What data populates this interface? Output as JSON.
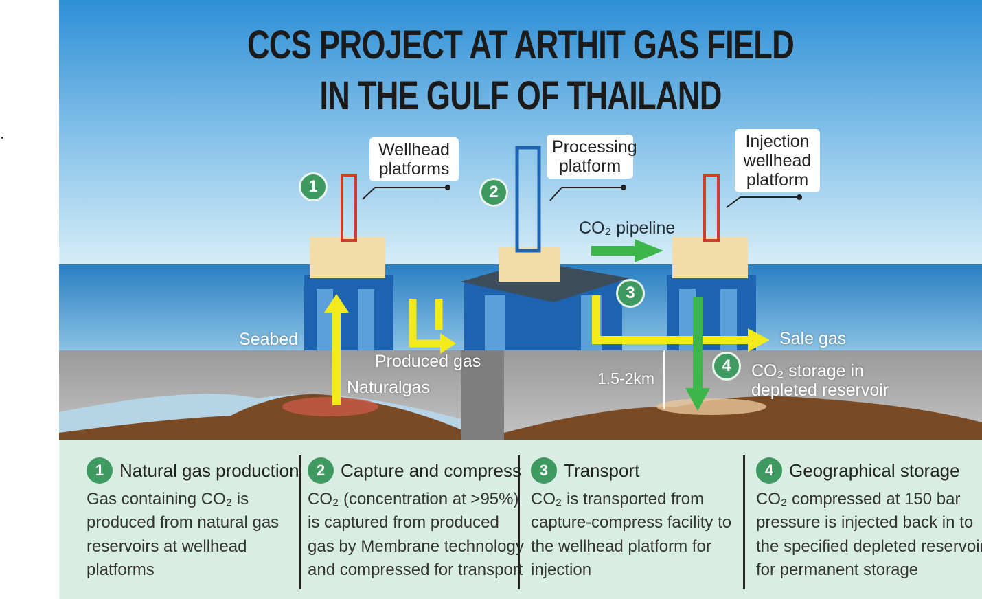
{
  "title": {
    "line1": "CCS PROJECT AT ARTHIT GAS FIELD",
    "line2": "IN THE GULF OF THAILAND"
  },
  "platform_labels": [
    {
      "number": "1",
      "lines": [
        "Wellhead",
        "platforms"
      ]
    },
    {
      "number": "2",
      "lines": [
        "Processing",
        "platform"
      ]
    },
    {
      "number": "3",
      "lines": []
    },
    {
      "number": "4",
      "lines": []
    },
    {
      "lines": [
        "Injection",
        "wellhead",
        "platform"
      ]
    }
  ],
  "diagram_labels": {
    "pipeline": "CO₂ pipeline",
    "seabed": "Seabed",
    "produced_gas": "Produced gas",
    "natural_gas": "Naturalgas",
    "sale_gas": "Sale gas",
    "storage_line1": "CO₂ storage in",
    "storage_line2": "depleted reservoir",
    "depth": "1.5-2km"
  },
  "steps": [
    {
      "number": "1",
      "title": "Natural gas production",
      "lines": [
        "Gas containing CO₂ is",
        "produced from natural gas",
        "reservoirs at wellhead",
        "platforms"
      ]
    },
    {
      "number": "2",
      "title": "Capture and compress",
      "lines": [
        "CO₂ (concentration at >95%)",
        "is captured from produced",
        "gas by Membrane technology",
        "and compressed for transport"
      ]
    },
    {
      "number": "3",
      "title": "Transport",
      "lines": [
        "CO₂ is transported from",
        "capture-compress facility to",
        "the wellhead platform for",
        "injection"
      ]
    },
    {
      "number": "4",
      "title": "Geographical storage",
      "lines": [
        "CO₂ compressed at 150 bar",
        "pressure is injected back in to",
        "the specified depleted reservoir",
        "for permanent storage"
      ]
    }
  ],
  "colors": {
    "green": "#3f9a62",
    "yellow": "#f3ea1c",
    "arrow_green": "#3cb54a",
    "panel": "#d8eee2"
  }
}
